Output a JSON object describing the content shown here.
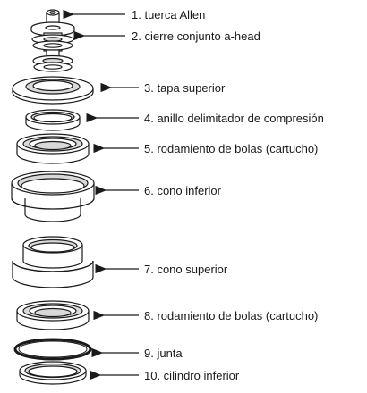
{
  "parts": [
    {
      "id": 1,
      "label": "1. tuerca Allen"
    },
    {
      "id": 2,
      "label": "2. cierre conjunto a-head"
    },
    {
      "id": 3,
      "label": "3. tapa superior"
    },
    {
      "id": 4,
      "label": "4. anillo delimitador de compresión"
    },
    {
      "id": 5,
      "label": "5. rodamiento de bolas (cartucho)"
    },
    {
      "id": 6,
      "label": "6. cono inferior"
    },
    {
      "id": 7,
      "label": "7. cono superior"
    },
    {
      "id": 8,
      "label": "8. rodamiento de bolas (cartucho)"
    },
    {
      "id": 9,
      "label": "9. junta"
    },
    {
      "id": 10,
      "label": "10. cilindro inferior"
    }
  ],
  "colors": {
    "line": "#1a1a1a",
    "fill": "#ffffff",
    "shade": "#d9d9d9"
  }
}
